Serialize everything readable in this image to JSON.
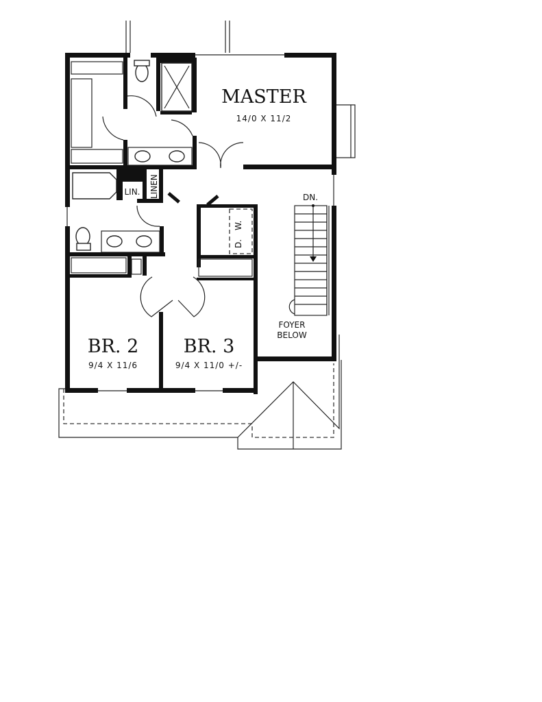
{
  "plan": {
    "rooms": {
      "master": {
        "name": "MASTER",
        "size": "14/0 X 11/2"
      },
      "br2": {
        "name": "BR. 2",
        "size": "9/4 X 11/6"
      },
      "br3": {
        "name": "BR. 3",
        "size": "9/4 X 11/0 +/-"
      },
      "foyer": {
        "line1": "FOYER",
        "line2": "BELOW"
      }
    },
    "labels": {
      "lin": "LIN.",
      "linen": "LINEN",
      "stairs_down": "DN.",
      "washer": "W.",
      "dryer": "D."
    }
  }
}
